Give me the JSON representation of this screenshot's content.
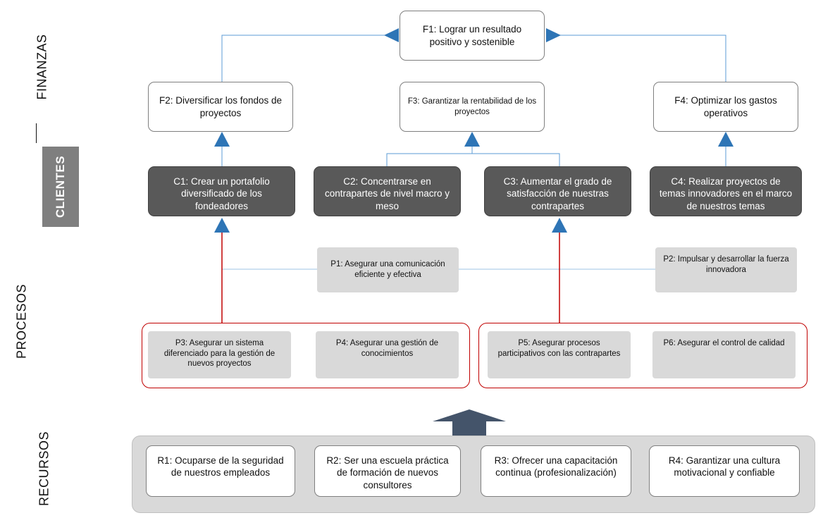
{
  "perspectives": {
    "finanzas": "FINANZAS",
    "clientes": "CLIENTES",
    "procesos": "PROCESOS",
    "recursos": "RECURSOS"
  },
  "finanzas": {
    "f1": "F1: Lograr un resultado positivo y sostenible",
    "f2": "F2: Diversificar los fondos de proyectos",
    "f3": "F3: Garantizar la rentabilidad de los proyectos",
    "f4": "F4: Optimizar los gastos operativos"
  },
  "clientes": {
    "c1": "C1: Crear un portafolio diversificado de los fondeadores",
    "c2": "C2: Concentrarse en contrapartes de nivel macro y meso",
    "c3": "C3: Aumentar el grado de satisfacción de nuestras contrapartes",
    "c4": "C4: Realizar proyectos de temas innovadores en el marco de nuestros temas"
  },
  "procesos": {
    "p1": "P1: Asegurar una comunicación eficiente y efectiva",
    "p2": "P2: Impulsar y desarrollar la fuerza innovadora",
    "p3": "P3: Asegurar un sistema diferenciado para la gestión de nuevos proyectos",
    "p4": "P4: Asegurar una gestión de conocimientos",
    "p5": "P5: Asegurar procesos participativos con las contrapartes",
    "p6": "P6: Asegurar el control de calidad"
  },
  "recursos": {
    "r1": "R1: Ocuparse de la seguridad de nuestros empleados",
    "r2": "R2: Ser una escuela práctica de formación de nuevos consultores",
    "r3": "R3: Ofrecer una capacitación continua (profesionalización)",
    "r4": "R4: Garantizar una cultura motivacional y confiable"
  },
  "colors": {
    "connector": "#5b9bd5",
    "arrowhead": "#2e75b6",
    "red_line": "#c00000",
    "dark_box": "#595959",
    "gray_box": "#d9d9d9",
    "big_arrow": "#44546a"
  }
}
